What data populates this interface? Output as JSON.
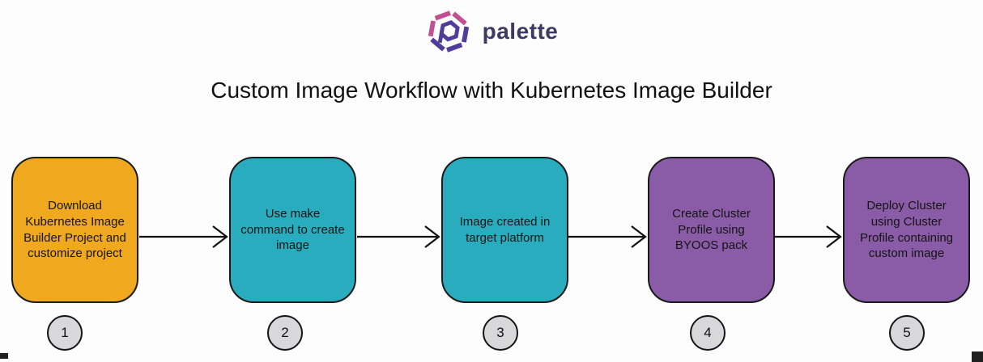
{
  "logo": {
    "brand_name": "palette"
  },
  "title": "Custom Image Workflow with Kubernetes Image Builder",
  "colors": {
    "step_orange": "#f0a81e",
    "step_teal": "#29adbe",
    "step_purple": "#8a5ca7",
    "box_border": "#1a1a1a",
    "circle_fill": "#d8d8da",
    "logo_pink": "#c0508f",
    "logo_purple": "#4e3d9b",
    "logo_text": "#3d3963"
  },
  "steps": [
    {
      "number": "1",
      "label": "Download Kubernetes Image Builder Project and customize project",
      "fill": "#f0a81e"
    },
    {
      "number": "2",
      "label": "Use make command to create image",
      "fill": "#29adbe"
    },
    {
      "number": "3",
      "label": "Image created in target platform",
      "fill": "#29adbe"
    },
    {
      "number": "4",
      "label": "Create Cluster Profile using BYOOS pack",
      "fill": "#8a5ca7"
    },
    {
      "number": "5",
      "label": "Deploy Cluster using Cluster Profile containing custom image",
      "fill": "#8a5ca7"
    }
  ]
}
